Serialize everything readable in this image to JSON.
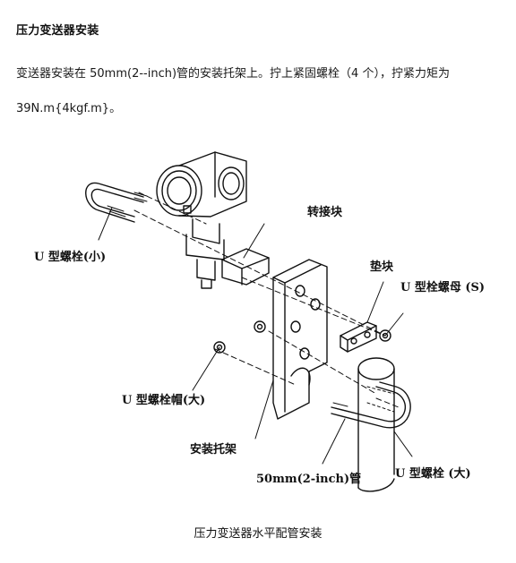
{
  "title": "压力变送器安装",
  "paragraph": {
    "line1": "变送器安装在 50mm(2--inch)管的安装托架上。拧上紧固螺栓（4 个），拧紧力矩为",
    "line2": "39N.m{4kgf.m}。"
  },
  "figure": {
    "labels": {
      "u_bolt_small": "U 型螺栓(小)",
      "adapter_block": "转接块",
      "spacer": "垫块",
      "u_bolt_nut_s": "U 型栓螺母 (S)",
      "u_bolt_cap_large": "U 型螺栓帽(大)",
      "mounting_bracket": "安装托架",
      "pipe": "50mm(2-inch)管",
      "u_bolt_large": "U 型螺栓 (大)"
    },
    "caption": "压力变送器水平配管安装"
  }
}
